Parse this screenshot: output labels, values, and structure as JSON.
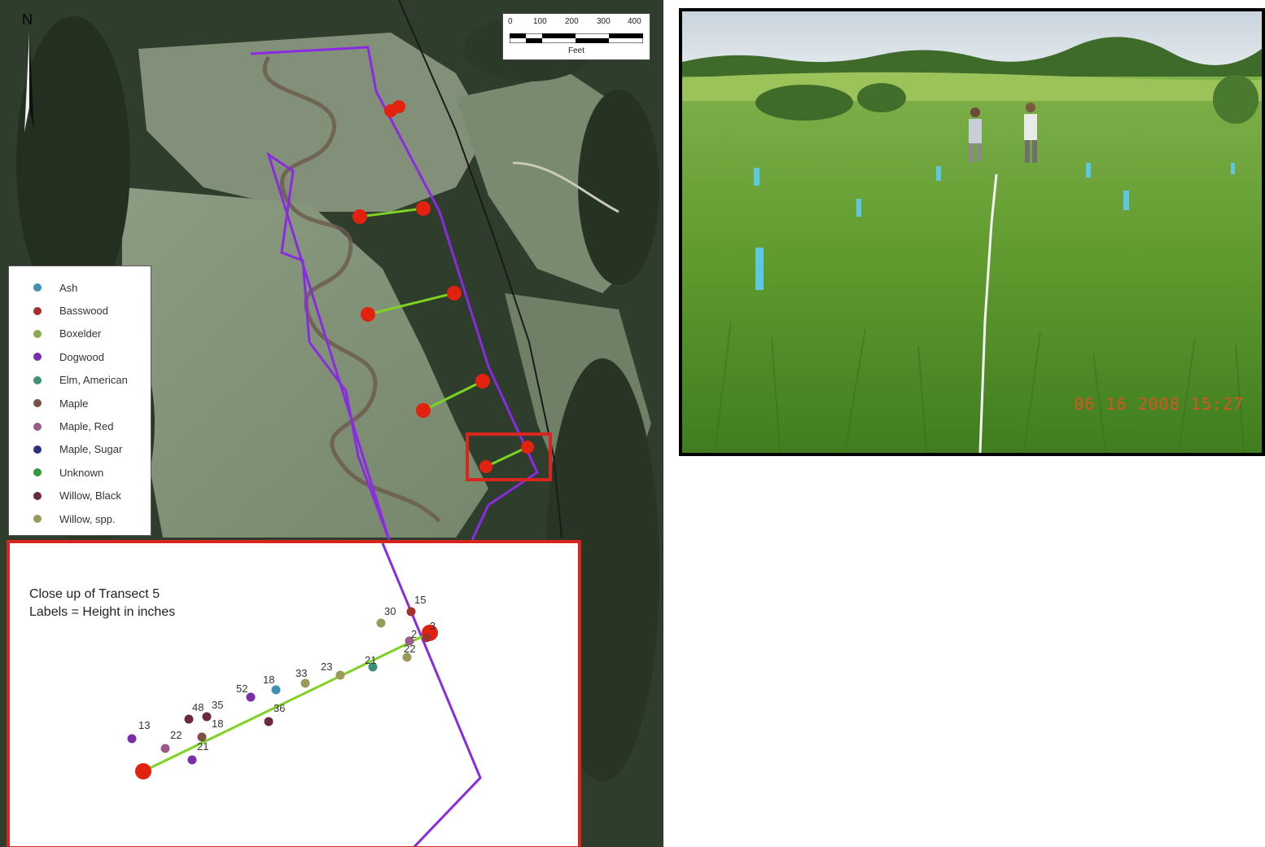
{
  "north_label": "N",
  "scale_bar": {
    "ticks": [
      "0",
      "100",
      "200",
      "300",
      "400"
    ],
    "unit": "Feet"
  },
  "legend": {
    "items": [
      {
        "label": "Ash",
        "color": "#3f8fb3"
      },
      {
        "label": "Basswood",
        "color": "#a3302d"
      },
      {
        "label": "Boxelder",
        "color": "#8aab4a"
      },
      {
        "label": "Dogwood",
        "color": "#7a2fa8"
      },
      {
        "label": "Elm, American",
        "color": "#3f8f78"
      },
      {
        "label": "Maple",
        "color": "#7a5040"
      },
      {
        "label": "Maple, Red",
        "color": "#9a5a8a"
      },
      {
        "label": "Maple, Sugar",
        "color": "#2d2f80"
      },
      {
        "label": "Unknown",
        "color": "#2f9a3a"
      },
      {
        "label": "Willow, Black",
        "color": "#6a2a3a"
      },
      {
        "label": "Willow, spp.",
        "color": "#9a9a5a"
      }
    ]
  },
  "inset": {
    "title_line1": "Close up of Transect 5",
    "title_line2": "Labels = Height in inches",
    "points": [
      {
        "label": "13",
        "species": "Dogwood"
      },
      {
        "label": "22",
        "species": "Maple, Red"
      },
      {
        "label": "21",
        "species": "Dogwood"
      },
      {
        "label": "48",
        "species": "Willow, Black"
      },
      {
        "label": "35",
        "species": "Willow, Black"
      },
      {
        "label": "18",
        "species": "Maple"
      },
      {
        "label": "52",
        "species": "Dogwood"
      },
      {
        "label": "18",
        "species": "Ash"
      },
      {
        "label": "33",
        "species": "Willow, spp."
      },
      {
        "label": "36",
        "species": "Willow, Black"
      },
      {
        "label": "23",
        "species": "Willow, spp."
      },
      {
        "label": "21",
        "species": "Elm, American"
      },
      {
        "label": "22",
        "species": "Willow, spp."
      },
      {
        "label": "2",
        "species": "Maple, Red"
      },
      {
        "label": "30",
        "species": "Willow, spp."
      },
      {
        "label": "15",
        "species": "Basswood"
      },
      {
        "label": "3",
        "species": "Basswood"
      }
    ]
  },
  "photo": {
    "date_stamp": "06 16 2008  15:27"
  },
  "colors": {
    "boundary": "#8a2be2",
    "transect_line": "#7ed321",
    "transect_endpoint": "#e3210f",
    "highlight_box": "#d8261f"
  }
}
